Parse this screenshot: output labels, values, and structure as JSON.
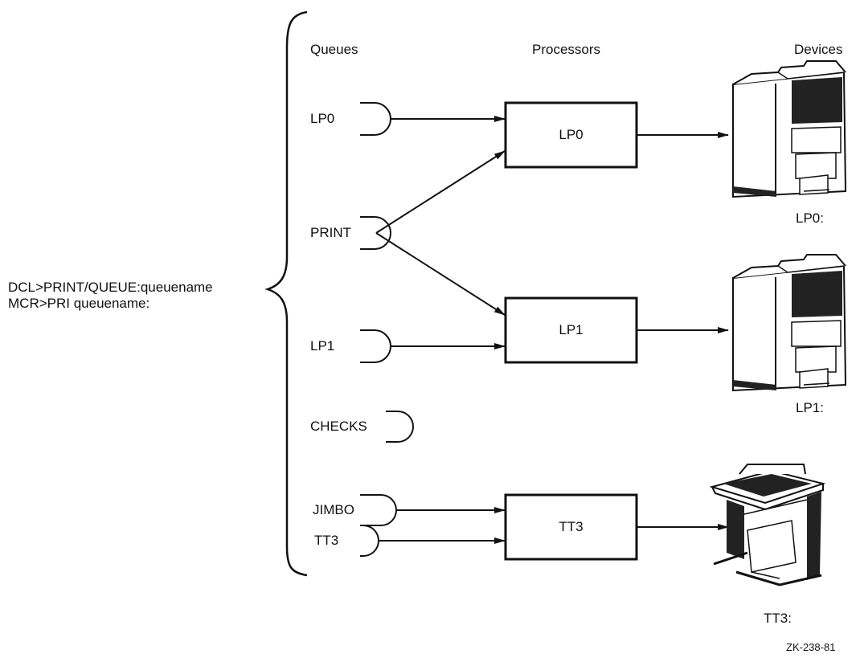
{
  "command": {
    "dcl": "DCL>PRINT/QUEUE:queuename",
    "mcr": "MCR>PRI queuename:"
  },
  "headers": {
    "queues": "Queues",
    "processors": "Processors",
    "devices": "Devices"
  },
  "queues": [
    "LP0",
    "PRINT",
    "LP1",
    "CHECKS",
    "JIMBO",
    "TT3"
  ],
  "processors": [
    "LP0",
    "LP1",
    "TT3"
  ],
  "devices": [
    "LP0:",
    "LP1:",
    "TT3:"
  ],
  "figure_id": "ZK-238-81"
}
